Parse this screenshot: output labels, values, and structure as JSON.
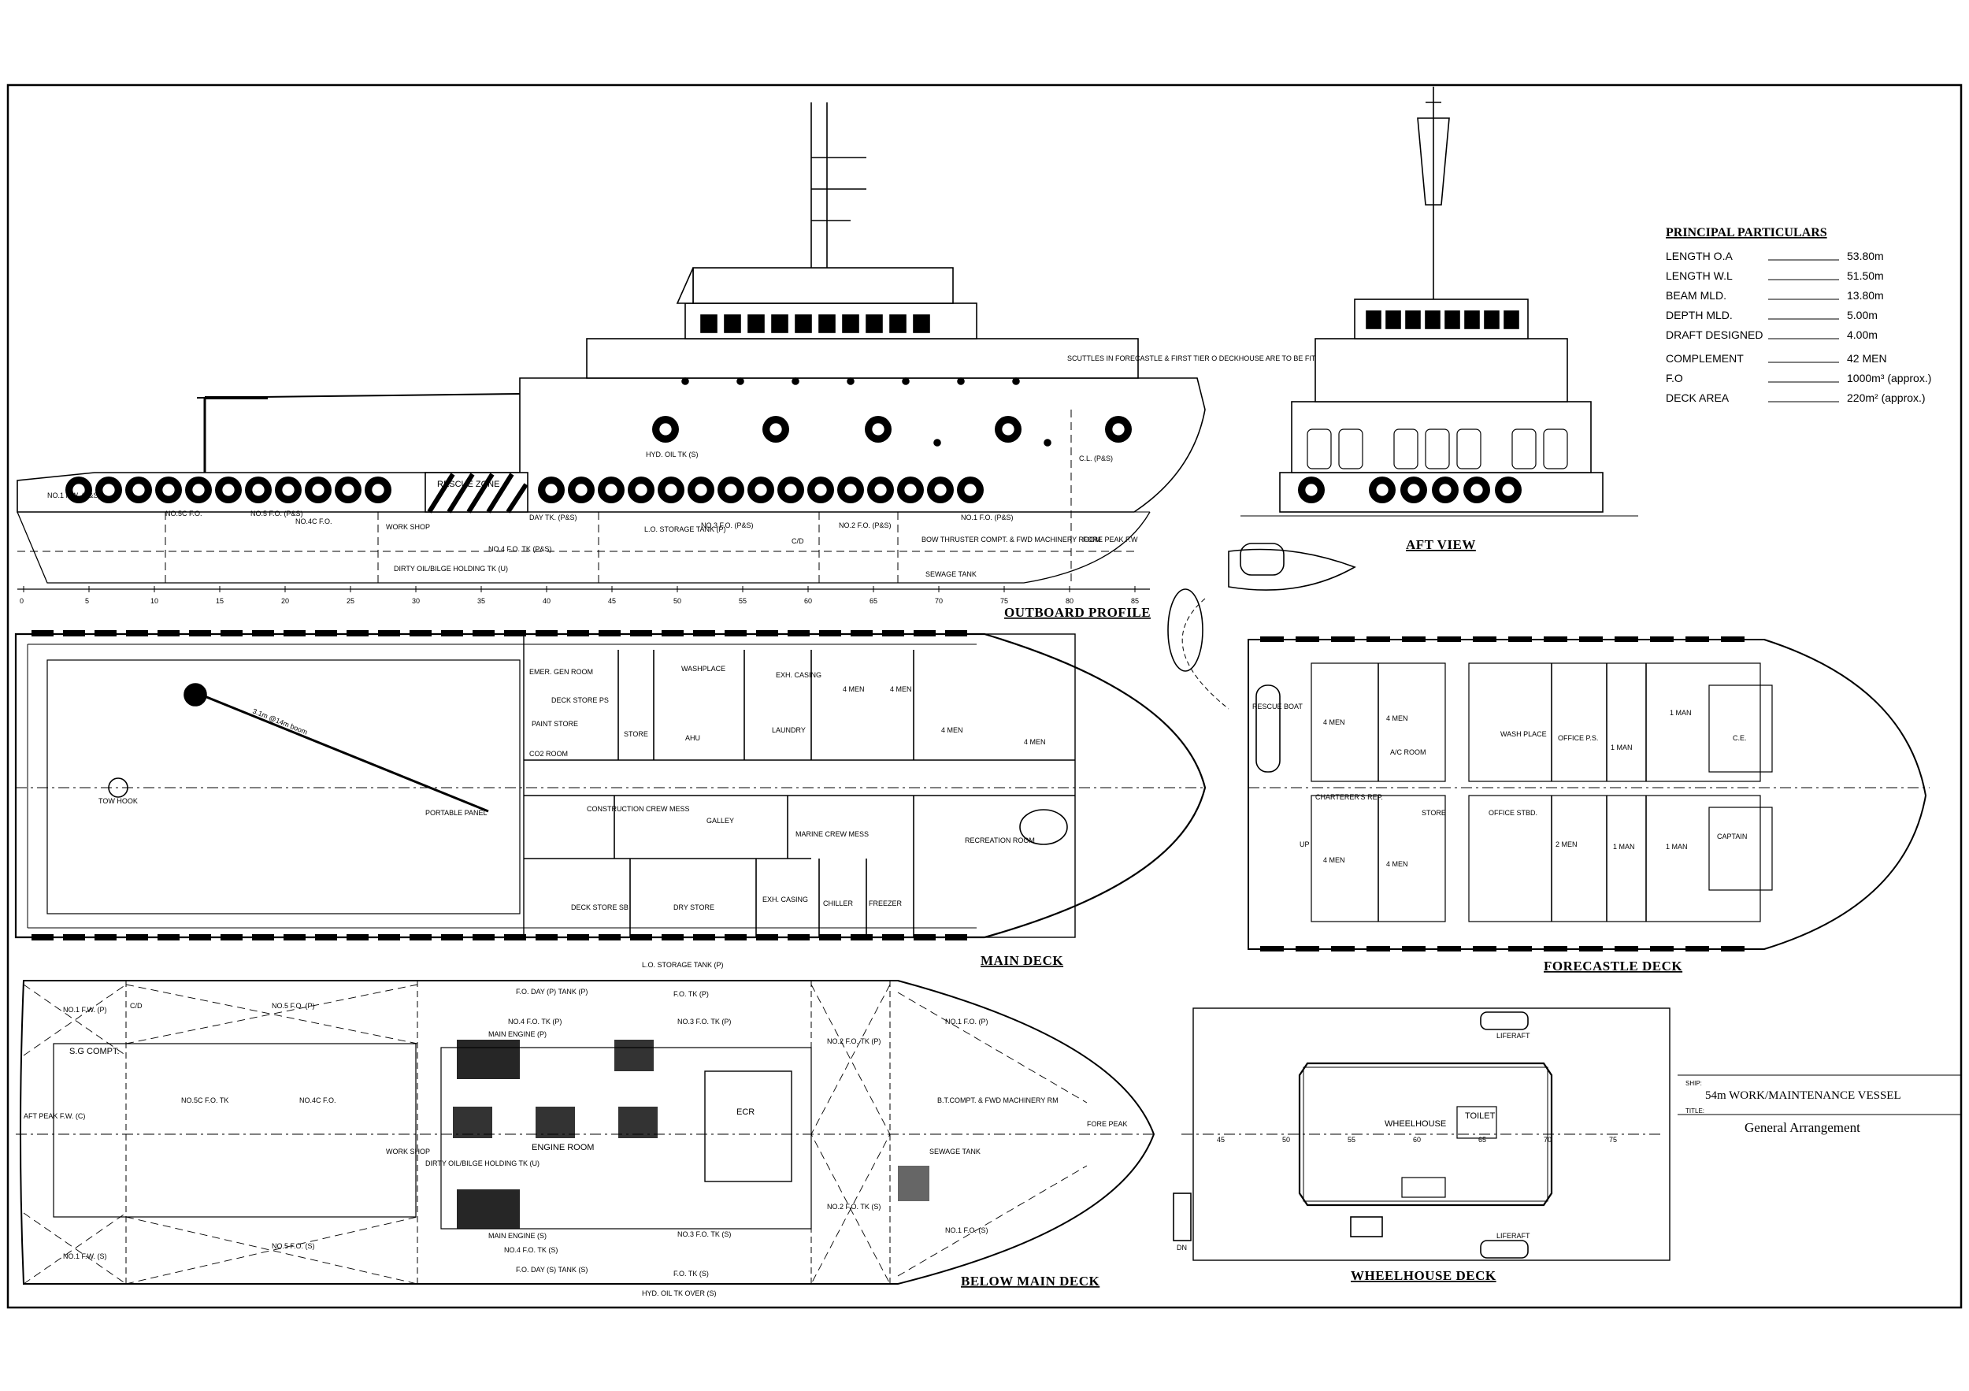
{
  "views": {
    "outboard_profile": "OUTBOARD PROFILE",
    "aft_view": "AFT VIEW",
    "main_deck": "MAIN DECK",
    "forecastle_deck": "FORECASTLE DECK",
    "below_main_deck": "BELOW MAIN DECK",
    "wheelhouse_deck": "WHEELHOUSE DECK"
  },
  "principal_particulars": {
    "heading": "PRINCIPAL PARTICULARS",
    "rows": [
      {
        "label": "LENGTH O.A",
        "value": "53.80m"
      },
      {
        "label": "LENGTH W.L",
        "value": "51.50m"
      },
      {
        "label": "BEAM MLD.",
        "value": "13.80m"
      },
      {
        "label": "DEPTH MLD.",
        "value": "5.00m"
      },
      {
        "label": "DRAFT DESIGNED",
        "value": "4.00m"
      },
      {
        "label": "COMPLEMENT",
        "value": "42 MEN"
      },
      {
        "label": "F.O",
        "value": "1000m³ (approx.)"
      },
      {
        "label": "DECK AREA",
        "value": "220m² (approx.)"
      }
    ]
  },
  "title_block": {
    "ship_label": "SHIP:",
    "ship_name": "54m WORK/MAINTENANCE VESSEL",
    "title_label": "TITLE:",
    "title": "General Arrangement"
  },
  "frame_numbers": [
    "0",
    "5",
    "10",
    "15",
    "20",
    "25",
    "30",
    "35",
    "40",
    "45",
    "50",
    "55",
    "60",
    "65",
    "70",
    "75",
    "80",
    "85"
  ],
  "profile_labels": {
    "scuttle_note": "SCUTTLES IN FORECASTLE & FIRST TIER O DECKHOUSE ARE TO BE FITTED WITH W.T. DEADLIGHT COVERS.",
    "rescue_zone": "RESCUE ZONE",
    "hyd_oil": "HYD. OIL TK (S)",
    "fw_p": "NO.1 F.W. (P&S)",
    "fo_5c": "NO.5C F.O.",
    "fo_5": "NO.5 F.O. (P&S)",
    "fo_4c": "NO.4C F.O.",
    "work_shop": "WORK SHOP",
    "fo_4": "NO.4 F.O. TK (P&S)",
    "dirty_oil": "DIRTY OIL/BILGE HOLDING TK (U)",
    "day_tk": "DAY TK. (P&S)",
    "lo_storage": "L.O. STORAGE TANK (P)",
    "fo_3": "NO.3 F.O. (P&S)",
    "cd": "C/D",
    "fo_2": "NO.2 F.O. (P&S)",
    "bow_thruster": "BOW THRUSTER COMPT. & FWD MACHINERY ROOM",
    "fo_1": "NO.1 F.O. (P&S)",
    "sewage": "SEWAGE TANK",
    "fore_peak": "FORE PEAK F.W",
    "cl": "C.L. (P&S)"
  },
  "main_deck_rooms": {
    "emer_gen": "EMER. GEN ROOM",
    "deck_store_ps": "DECK STORE PS",
    "paint_store": "PAINT STORE",
    "co2_room": "CO2 ROOM",
    "store": "STORE",
    "ahu": "AHU",
    "washplace": "WASHPLACE",
    "laundry": "LAUNDRY",
    "exh_casing": "EXH. CASING",
    "four_men_a": "4 MEN",
    "four_men_b": "4 MEN",
    "four_men_c": "4 MEN",
    "four_men_d": "4 MEN",
    "construction_mess": "CONSTRUCTION CREW MESS",
    "galley": "GALLEY",
    "marine_mess": "MARINE CREW MESS",
    "recreation": "RECREATION ROOM",
    "deck_store_sb": "DECK STORE SB",
    "dry_store": "DRY STORE",
    "exh_casing_2": "EXH. CASING",
    "chiller": "CHILLER",
    "freezer": "FREEZER",
    "crane": "3.1m @14m boom",
    "tow_hook": "TOW HOOK",
    "portable_panel": "PORTABLE PANEL"
  },
  "forecastle_rooms": {
    "rescue_boat": "RESCUE BOAT",
    "four_men_1": "4 MEN",
    "four_men_2": "4 MEN",
    "four_men_3": "4 MEN",
    "four_men_4": "4 MEN",
    "ac_room": "A/C ROOM",
    "wash_place": "WASH PLACE",
    "office_ps": "OFFICE P.S.",
    "one_man_1": "1 MAN",
    "one_man_2": "1 MAN",
    "ce": "C.E.",
    "charterers": "CHARTERER'S REP.",
    "store": "STORE",
    "office_stbd": "OFFICE STBD.",
    "two_men": "2 MEN",
    "one_man_3": "1 MAN",
    "one_man_4": "1 MAN",
    "captain": "CAPTAIN",
    "up": "UP"
  },
  "below_deck_labels": {
    "sg_compt": "S.G COMPT.",
    "aft_peak": "AFT PEAK F.W. (C)",
    "fw_1p": "NO.1 F.W. (P)",
    "fw_1s": "NO.1 F.W. (S)",
    "fo_5p": "NO.5 F.O. (P)",
    "fo_5s": "NO.5 F.O. (S)",
    "fo_5c": "NO.5C F.O. TK",
    "fo_4c": "NO.4C F.O.",
    "work_shop": "WORK SHOP",
    "dirty_oil": "DIRTY OIL/BILGE HOLDING TK (U)",
    "engine_room": "ENGINE ROOM",
    "main_engine_p": "MAIN ENGINE (P)",
    "main_engine_s": "MAIN ENGINE (S)",
    "fo_4p": "NO.4 F.O. TK (P)",
    "fo_4s": "NO.4 F.O. TK (S)",
    "fo_day_p": "F.O. DAY (P) TANK (P)",
    "fo_day_s": "F.O. DAY (S) TANK (S)",
    "lo_storage": "L.O. STORAGE TANK (P)",
    "fo_3p": "NO.3 F.O. TK (P)",
    "fo_3s": "NO.3 F.O. TK (S)",
    "fo_tk_p": "F.O. TK (P)",
    "fo_tk_s": "F.O. TK (S)",
    "ecr": "ECR",
    "fo_2p": "NO.2 F.O. TK (P)",
    "fo_2s": "NO.2 F.O. TK (S)",
    "fo_1p": "NO.1 F.O. (P)",
    "fo_1s": "NO.1 F.O. (S)",
    "bt_compt": "B.T.COMPT. & FWD MACHINERY RM",
    "sewage": "SEWAGE TANK",
    "fore_peak": "FORE PEAK",
    "hyd_oil": "HYD. OIL TK OVER (S)",
    "cd": "C/D"
  },
  "wheelhouse_labels": {
    "liferaft_top": "LIFERAFT",
    "liferaft_bottom": "LIFERAFT",
    "wheelhouse": "WHEELHOUSE",
    "toilet": "TOILET",
    "dn": "DN",
    "frames": [
      "45",
      "50",
      "55",
      "60",
      "65",
      "70",
      "75"
    ]
  }
}
